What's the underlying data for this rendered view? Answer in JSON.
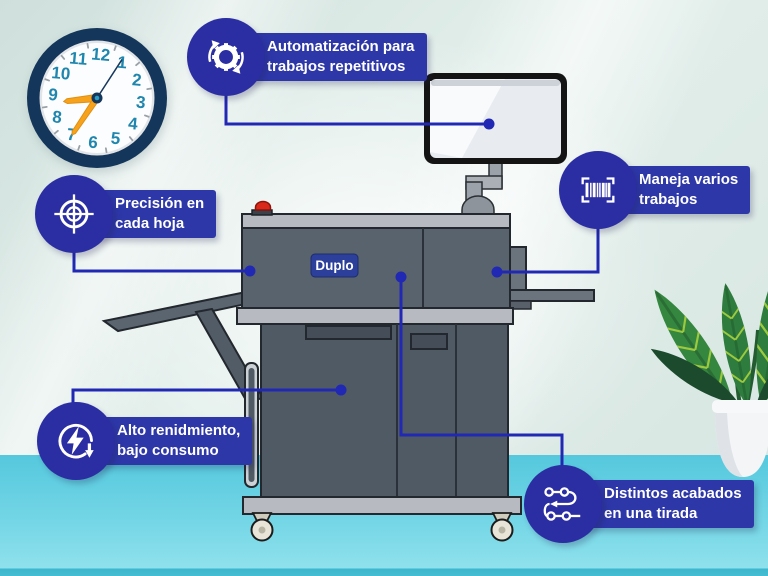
{
  "clock": {
    "numbers": [
      "12",
      "1",
      "2",
      "3",
      "4",
      "5",
      "6",
      "7",
      "8",
      "9",
      "10",
      "11"
    ]
  },
  "machine": {
    "logo": "Duplo"
  },
  "callouts": {
    "automation": {
      "lines": [
        "Automatización para",
        "trabajos repetitivos"
      ]
    },
    "multi_jobs": {
      "lines": [
        "Maneja varios",
        "trabajos"
      ]
    },
    "precision": {
      "lines": [
        "Precisión en",
        "cada hoja"
      ]
    },
    "efficiency": {
      "lines": [
        "Alto renidmiento,",
        "bajo consumo"
      ]
    },
    "finishes": {
      "lines": [
        "Distintos acabados",
        "en una tirada"
      ]
    }
  },
  "colors": {
    "accent_circle": "#2b2da2",
    "accent_label": "#2d37a8",
    "connector": "#2128b4",
    "clock_ring_navy": "#14365a",
    "clock_number_teal": "#1f86ae",
    "clock_hand_orange": "#f7a21b",
    "machine_dark_gray": "#4f5a64",
    "machine_light_gray": "#b7bbc1",
    "logo_badge_blue": "#2b3f9b",
    "emergency_red": "#d8291b",
    "floor_cyan": "#5fd0e2",
    "wall_mint": "#dce9e5",
    "plant_green": "#2e7c3e",
    "text_white": "#ffffff"
  }
}
